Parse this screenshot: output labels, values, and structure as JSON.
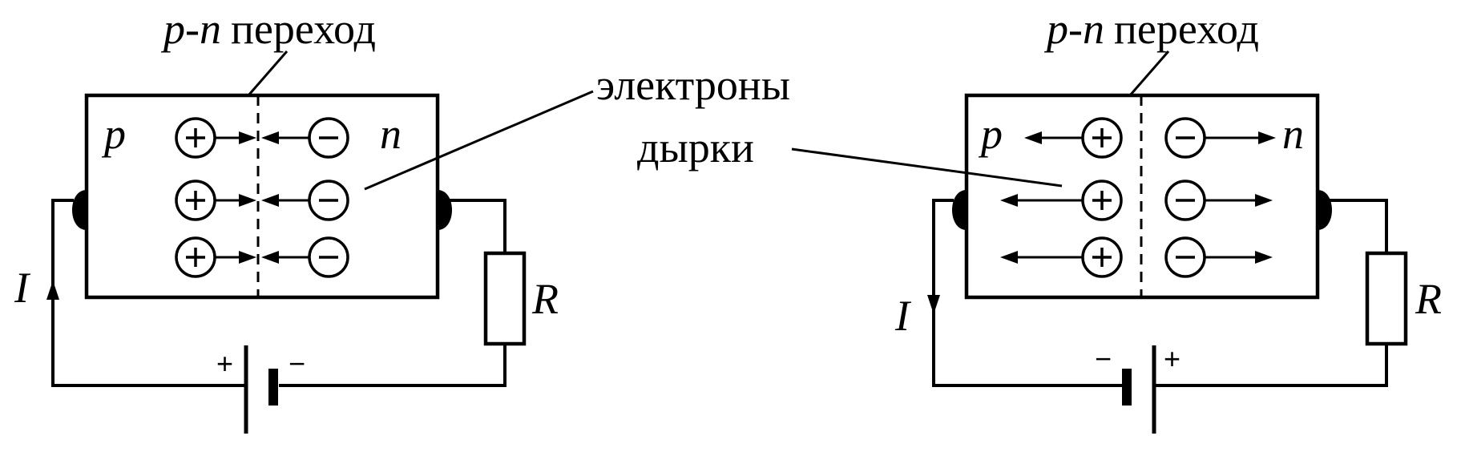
{
  "labels": {
    "pn_letters": "p-n",
    "pn_word": "переход",
    "electrons": "электроны",
    "holes": "дырки",
    "p": "p",
    "n": "n",
    "current": "I",
    "resistor": "R",
    "plus": "+",
    "minus": "−"
  }
}
